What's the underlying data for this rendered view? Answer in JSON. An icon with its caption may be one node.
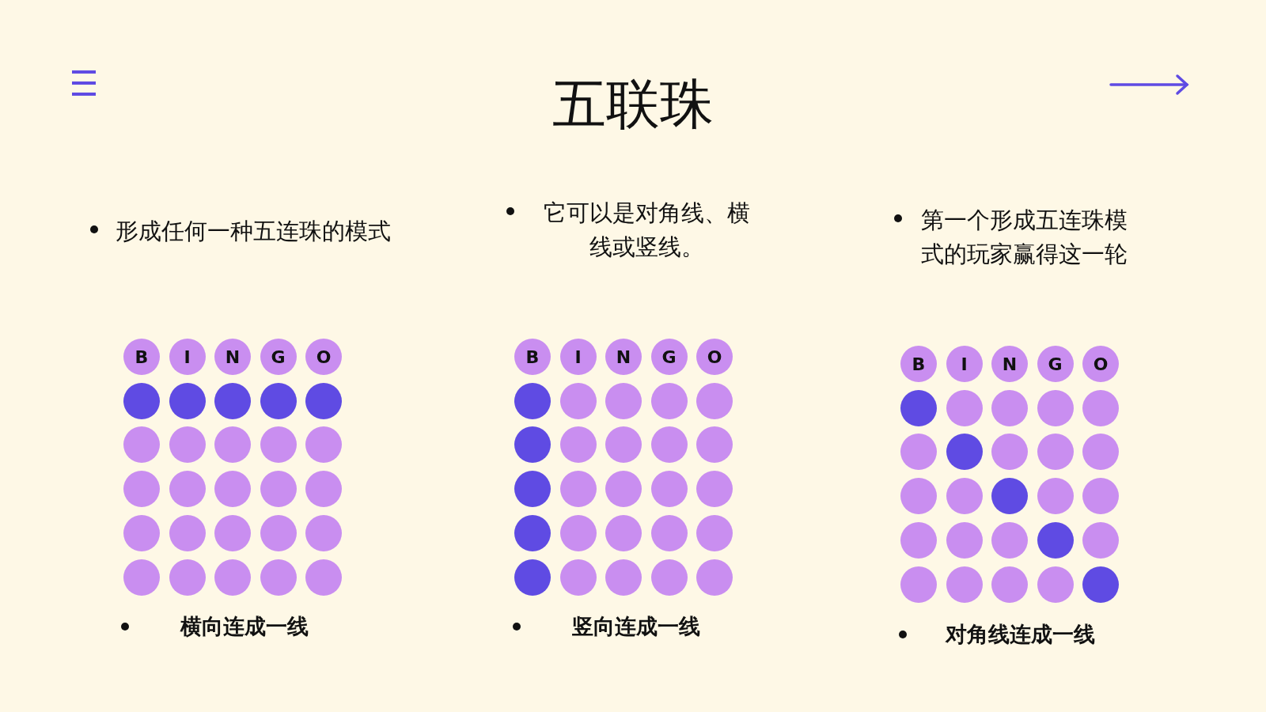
{
  "diagram": {
    "title": "五联珠",
    "nodes": [
      {
        "text": [
          "B"
        ]
      },
      {
        "text": [
          "I"
        ]
      },
      {
        "text": [
          "N"
        ]
      },
      {
        "text": [
          "G"
        ]
      },
      {
        "text": [
          "O"
        ]
      },
      {
        "text": [],
        "shape": "circle"
      },
      {
        "text": [],
        "shape": "circle"
      },
      {
        "text": [],
        "shape": "circle"
      },
      {
        "text": [],
        "shape": "circle"
      },
      {
        "text": [],
        "shape": "circle"
      },
      {
        "text": [],
        "shape": "circle"
      },
      {
        "text": [],
        "shape": "circle"
      },
      {
        "text": [],
        "shape": "circle"
      },
      {
        "text": [],
        "shape": "circle"
      },
      {
        "text": [],
        "shape": "circle"
      },
      {
        "text": [],
        "shape": "circle"
      },
      {
        "text": [],
        "shape": "circle"
      },
      {
        "text": [],
        "shape": "circle"
      },
      {
        "text": [],
        "shape": "circle"
      },
      {
        "text": [],
        "shape": "circle"
      },
      {
        "text": [],
        "shape": "circle"
      },
      {
        "text": [],
        "shape": "circle"
      },
      {
        "text": [],
        "shape": "circle"
      },
      {
        "text": [],
        "shape": "circle"
      },
      {
        "text": [],
        "shape": "circle"
      },
      {
        "text": [],
        "shape": "circle"
      },
      {
        "text": [],
        "shape": "circle"
      },
      {
        "text": [],
        "shape": "circle"
      },
      {
        "text": [],
        "shape": "circle"
      },
      {
        "text": [],
        "shape": "circle"
      },
      {
        "text": [
          "B"
        ]
      },
      {
        "text": [
          "I"
        ]
      },
      {
        "text": [
          "N"
        ]
      },
      {
        "text": [
          "G"
        ]
      },
      {
        "text": [
          "O"
        ]
      },
      {
        "text": [],
        "shape": "circle"
      },
      {
        "text": [],
        "shape": "circle"
      },
      {
        "text": [],
        "shape": "circle"
      },
      {
        "text": [],
        "shape": "circle"
      },
      {
        "text": [],
        "shape": "circle"
      },
      {
        "text": [],
        "shape": "circle"
      },
      {
        "text": [],
        "shape": "circle"
      },
      {
        "text": [],
        "shape": "circle"
      },
      {
        "text": [],
        "shape": "circle"
      },
      {
        "text": [],
        "shape": "circle"
      },
      {
        "text": [],
        "shape": "circle"
      },
      {
        "text": [],
        "shape": "circle"
      },
      {
        "text": [],
        "shape": "circle"
      },
      {
        "text": [],
        "shape": "circle"
      },
      {
        "text": [],
        "shape": "circle"
      },
      {
        "text": [],
        "shape": "circle"
      },
      {
        "text": [],
        "shape": "circle"
      },
      {
        "text": [],
        "shape": "circle"
      },
      {
        "text": [],
        "shape": "circle"
      },
      {
        "text": [],
        "shape": "circle"
      },
      {
        "text": [],
        "shape": "circle"
      },
      {
        "text": [],
        "shape": "circle"
      },
      {
        "text": [],
        "shape": "circle"
      },
      {
        "text": [],
        "shape": "circle"
      },
      {
        "text": [],
        "shape": "circle"
      },
      {
        "text": [
          "B"
        ]
      },
      {
        "text": [
          "I"
        ]
      },
      {
        "text": [
          "N"
        ]
      },
      {
        "text": [
          "G"
        ]
      },
      {
        "text": [
          "O"
        ]
      },
      {
        "text": [],
        "shape": "circle"
      },
      {
        "text": [],
        "shape": "circle"
      },
      {
        "text": [],
        "shape": "circle"
      },
      {
        "text": [],
        "shape": "circle"
      },
      {
        "text": [],
        "shape": "circle"
      },
      {
        "text": [],
        "shape": "circle"
      },
      {
        "text": [],
        "shape": "circle"
      },
      {
        "text": [],
        "shape": "circle"
      },
      {
        "text": [],
        "shape": "circle"
      },
      {
        "text": [],
        "shape": "circle"
      },
      {
        "text": [],
        "shape": "circle"
      },
      {
        "text": [],
        "shape": "circle"
      },
      {
        "text": [],
        "shape": "circle"
      },
      {
        "text": [],
        "shape": "circle"
      },
      {
        "text": [],
        "shape": "circle"
      },
      {
        "text": [],
        "shape": "circle"
      },
      {
        "text": [],
        "shape": "circle"
      },
      {
        "text": [],
        "shape": "circle"
      },
      {
        "text": [],
        "shape": "circle"
      },
      {
        "text": [],
        "shape": "circle"
      },
      {
        "text": [],
        "shape": "circle"
      },
      {
        "text": [],
        "shape": "circle"
      },
      {
        "text": [],
        "shape": "circle"
      },
      {
        "text": [],
        "shape": "circle"
      },
      {
        "text": [],
        "shape": "circle"
      }
    ],
    "labels": [
      "形成任何一种五连珠的模式",
      "它可以是对角线、横线或竖线。",
      "第一个形成五连珠模式的玩家赢得这一轮",
      "横向连成一线",
      "竖向连成一线",
      "对角线连成一线"
    ]
  }
}
